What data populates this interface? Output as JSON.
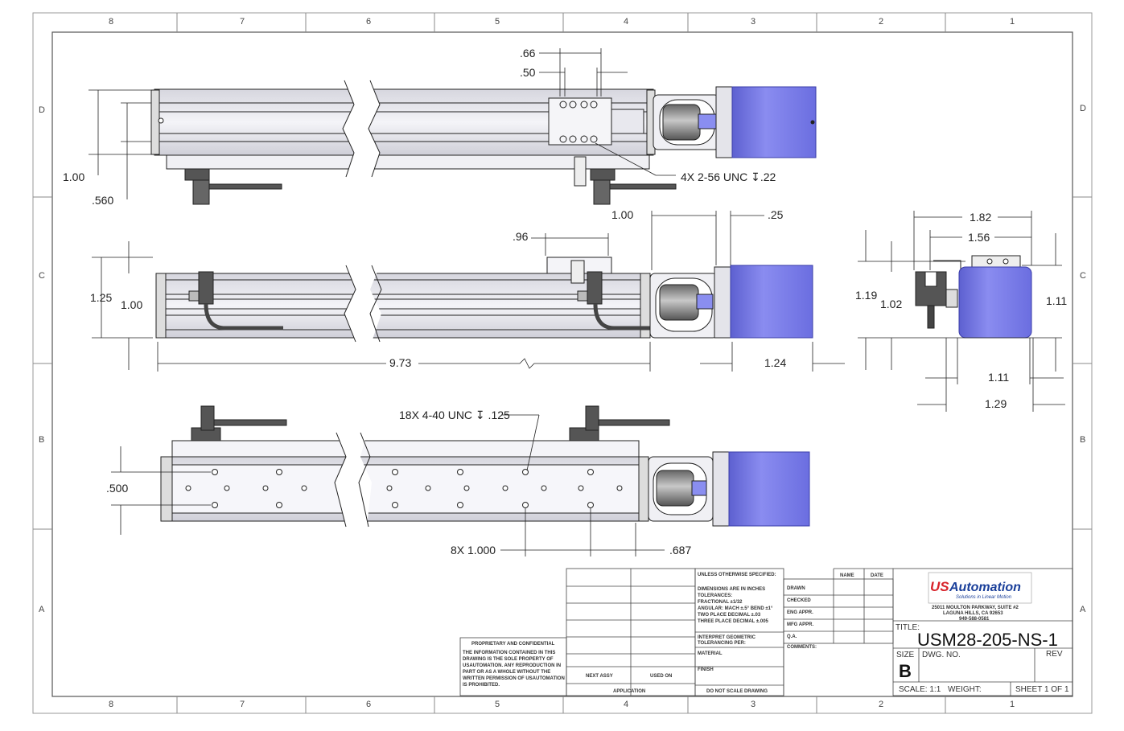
{
  "zones": {
    "cols": [
      "8",
      "7",
      "6",
      "5",
      "4",
      "3",
      "2",
      "1"
    ],
    "rows": [
      "D",
      "C",
      "B",
      "A"
    ]
  },
  "dims": {
    "top": {
      "d066": ".66",
      "d050": ".50",
      "d100": "1.00",
      "d560": ".560",
      "note": "4X 2-56 UNC ↧.22"
    },
    "mid": {
      "d096": ".96",
      "d100a": "1.00",
      "d025": ".25",
      "d125": "1.25",
      "d100b": "1.00",
      "d973": "9.73",
      "d124": "1.24"
    },
    "side": {
      "d182": "1.82",
      "d156": "1.56",
      "d119": "1.19",
      "d102": "1.02",
      "d111r": "1.11",
      "d111b": "1.11",
      "d129": "1.29"
    },
    "bottom": {
      "note": "18X 4-40 UNC  ↧ .125",
      "d500": ".500",
      "d8x": "8X 1.000",
      "d687": ".687"
    }
  },
  "title_block": {
    "unless": "UNLESS OTHERWISE SPECIFIED:",
    "spec_lines": [
      "DIMENSIONS ARE IN INCHES",
      "TOLERANCES:",
      "FRACTIONAL ±1/32",
      "ANGULAR: MACH ±.5° BEND ±1°",
      "TWO PLACE DECIMAL  ±.03",
      "THREE PLACE DECIMAL ±.005"
    ],
    "interpret": [
      "INTERPRET GEOMETRIC",
      "TOLERANCING PER:"
    ],
    "material": "MATERIAL",
    "finish": "FINISH",
    "do_not_scale": "DO NOT SCALE DRAWING",
    "next_assy": "NEXT ASSY",
    "used_on": "USED ON",
    "application": "APPLICATION",
    "name_hdr": "NAME",
    "date_hdr": "DATE",
    "rows": [
      "DRAWN",
      "CHECKED",
      "ENG APPR.",
      "MFG APPR.",
      "Q.A.",
      "COMMENTS:"
    ],
    "prop_title": "PROPRIETARY AND CONFIDENTIAL",
    "prop_lines": [
      "THE INFORMATION CONTAINED IN THIS",
      "DRAWING IS THE SOLE PROPERTY OF",
      "USAUTOMATION. ANY REPRODUCTION IN",
      "PART OR AS A WHOLE WITHOUT THE",
      "WRITTEN PERMISSION OF USAUTOMATION",
      "IS PROHIBITED."
    ],
    "logo_us": "US",
    "logo_auto": "Automation",
    "logo_tag": "Solutions in Linear Motion",
    "address": [
      "25011 MOULTON PARKWAY, SUITE #2",
      "LAGUNA HILLS, CA 92653",
      "949-588-0581"
    ],
    "title_lbl": "TITLE:",
    "title": "USM28-205-NS-1",
    "size_lbl": "SIZE",
    "size": "B",
    "dwg_lbl": "DWG.  NO.",
    "rev_lbl": "REV",
    "scale": "SCALE: 1:1",
    "weight": "WEIGHT:",
    "sheet": "SHEET 1 OF 1"
  },
  "colors": {
    "motor": "#7b7ee6",
    "motor_dark": "#4a4db8",
    "rail": "#e9e9ef",
    "line": "#222222",
    "logo_red": "#d8232a",
    "logo_blue": "#1a3f9a"
  }
}
